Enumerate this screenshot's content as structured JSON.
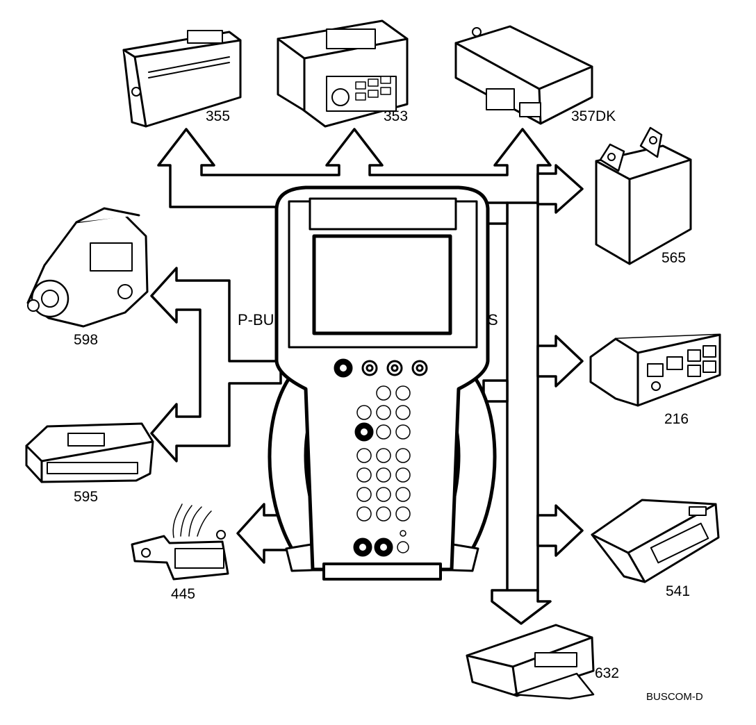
{
  "diagram": {
    "figure_code": "BUSCOM-D",
    "bus_labels": {
      "left": "P-BU",
      "right": "S"
    },
    "components": [
      {
        "id": "355",
        "label": "355",
        "icon": "cd-changer-icon"
      },
      {
        "id": "353",
        "label": "353",
        "icon": "radio-icon"
      },
      {
        "id": "357DK",
        "label": "357DK",
        "icon": "control-module-icon"
      },
      {
        "id": "565",
        "label": "565",
        "icon": "sensor-box-icon"
      },
      {
        "id": "598",
        "label": "598",
        "icon": "injection-pump-icon"
      },
      {
        "id": "216",
        "label": "216",
        "icon": "control-panel-icon"
      },
      {
        "id": "595",
        "label": "595",
        "icon": "engine-ecu-icon"
      },
      {
        "id": "541",
        "label": "541",
        "icon": "display-unit-icon"
      },
      {
        "id": "445",
        "label": "445",
        "icon": "diagnostic-connector-icon"
      },
      {
        "id": "632",
        "label": "632",
        "icon": "ecu-bracket-icon"
      }
    ],
    "center_device": {
      "icon": "diagnostic-tester-icon"
    }
  }
}
